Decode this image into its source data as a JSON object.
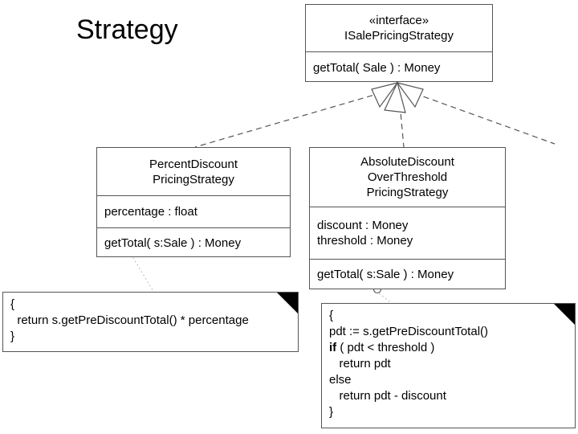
{
  "diagram": {
    "title": "Strategy",
    "type": "uml-class-diagram"
  },
  "interface_class": {
    "stereotype": "«interface»",
    "name": "ISalePricingStrategy",
    "operations": [
      "getTotal( Sale ) : Money"
    ]
  },
  "classes": [
    {
      "name_lines": [
        "PercentDiscount",
        "PricingStrategy"
      ],
      "attributes": [
        "percentage : float"
      ],
      "operations": [
        "getTotal( s:Sale ) : Money"
      ]
    },
    {
      "name_lines": [
        "AbsoluteDiscount",
        "OverThreshold",
        "PricingStrategy"
      ],
      "attributes": [
        "discount : Money",
        "threshold : Money"
      ],
      "operations": [
        "getTotal( s:Sale ) : Money"
      ]
    }
  ],
  "notes": [
    {
      "lines": [
        {
          "text": "{",
          "indent": 0,
          "bold_prefix": ""
        },
        {
          "text": "  return s.getPreDiscountTotal() * percentage",
          "indent": 0,
          "bold_prefix": ""
        },
        {
          "text": "}",
          "indent": 0,
          "bold_prefix": ""
        }
      ]
    },
    {
      "lines": [
        {
          "text": "{",
          "indent": 0,
          "bold_prefix": ""
        },
        {
          "text": "pdt := s.getPreDiscountTotal()",
          "indent": 0,
          "bold_prefix": ""
        },
        {
          "text": "( pdt < threshold )",
          "indent": 0,
          "bold_prefix": "if "
        },
        {
          "text": "   return pdt",
          "indent": 0,
          "bold_prefix": ""
        },
        {
          "text": "else",
          "indent": 0,
          "bold_prefix": ""
        },
        {
          "text": "   return pdt - discount",
          "indent": 0,
          "bold_prefix": ""
        },
        {
          "text": "}",
          "indent": 0,
          "bold_prefix": ""
        }
      ]
    }
  ],
  "connectors": {
    "realization_label": "realization-dashed-line",
    "arrowhead_label": "hollow-triangle-arrowhead",
    "anchor_label": "note-anchor-dotted-line"
  },
  "colors": {
    "stroke": "#555555",
    "text": "#000000",
    "background": "#ffffff",
    "fold": "#000000",
    "anchor": "#b9b9b9"
  }
}
